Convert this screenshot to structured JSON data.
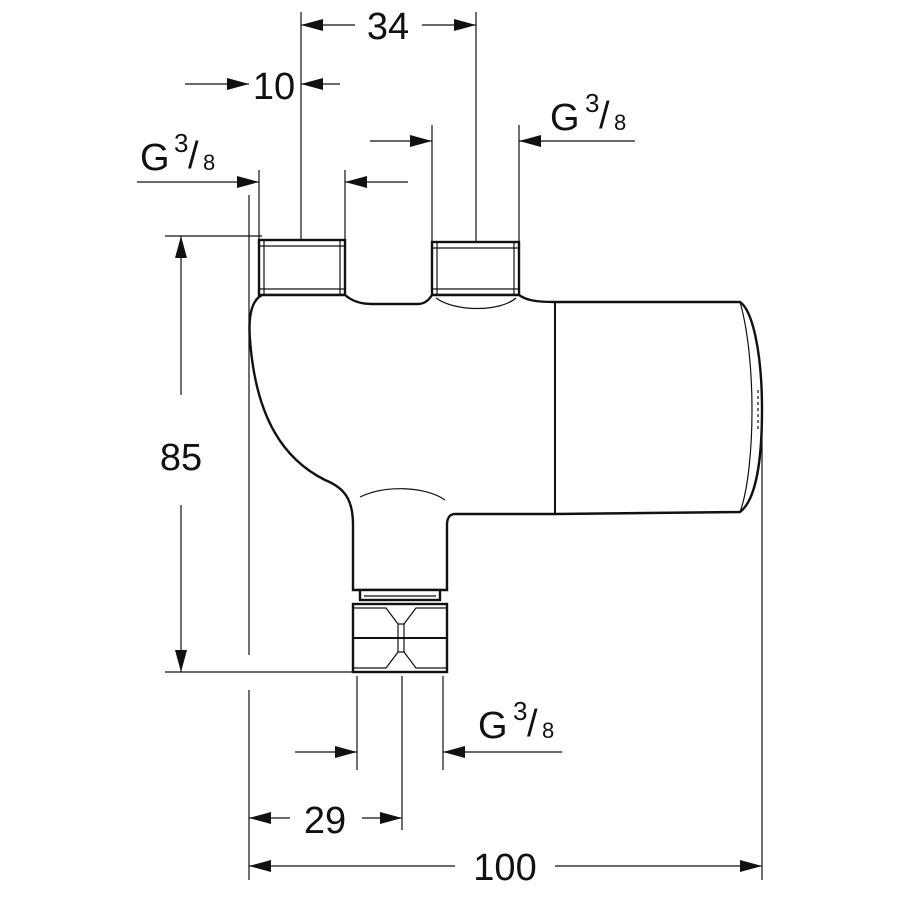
{
  "dimensions": {
    "top_spacing": "34",
    "inlet_offset": "10",
    "height": "85",
    "outlet_offset": "29",
    "total_width": "100"
  },
  "threads": {
    "prefix": "G",
    "numerator": "3",
    "denominator": "8",
    "separator": "/"
  }
}
